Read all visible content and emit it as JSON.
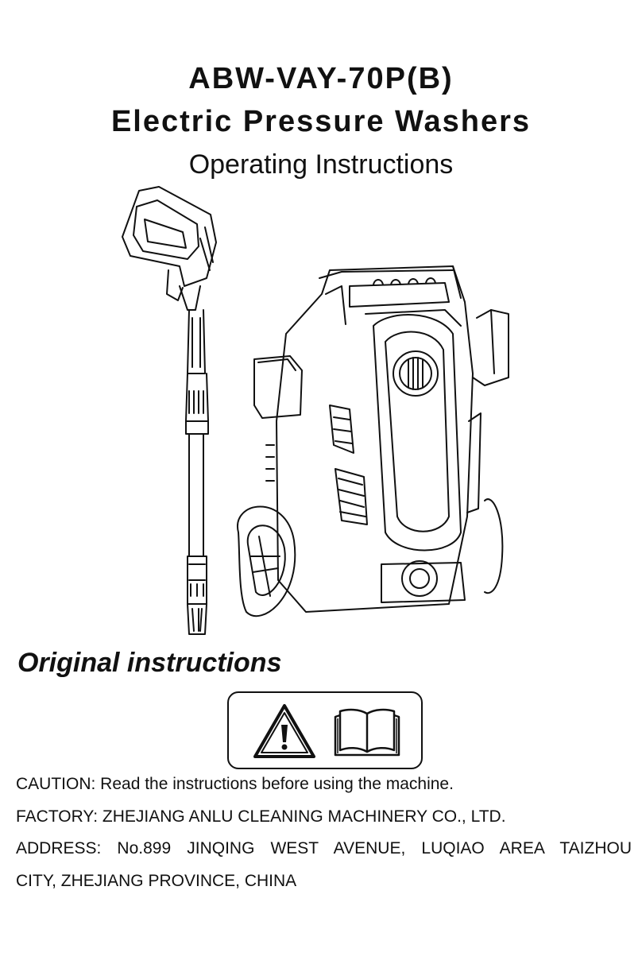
{
  "header": {
    "model": "ABW-VAY-70P(B)",
    "product": "Electric Pressure Washers",
    "subtitle": "Operating Instructions"
  },
  "illustration": {
    "spray_gun_icon": "spray-gun-lance",
    "washer_icon": "pressure-washer-unit"
  },
  "original_heading": "Original instructions",
  "symbols": [
    "warning-triangle-icon",
    "read-manual-book-icon"
  ],
  "caution": "CAUTION: Read the instructions before using the machine.",
  "factory": "FACTORY: ZHEJIANG ANLU CLEANING MACHINERY CO., LTD.",
  "address_line1": "ADDRESS: No.899 JINQING WEST AVENUE, LUQIAO AREA TAIZHOU",
  "address_line2": "CITY, ZHEJIANG PROVINCE, CHINA"
}
